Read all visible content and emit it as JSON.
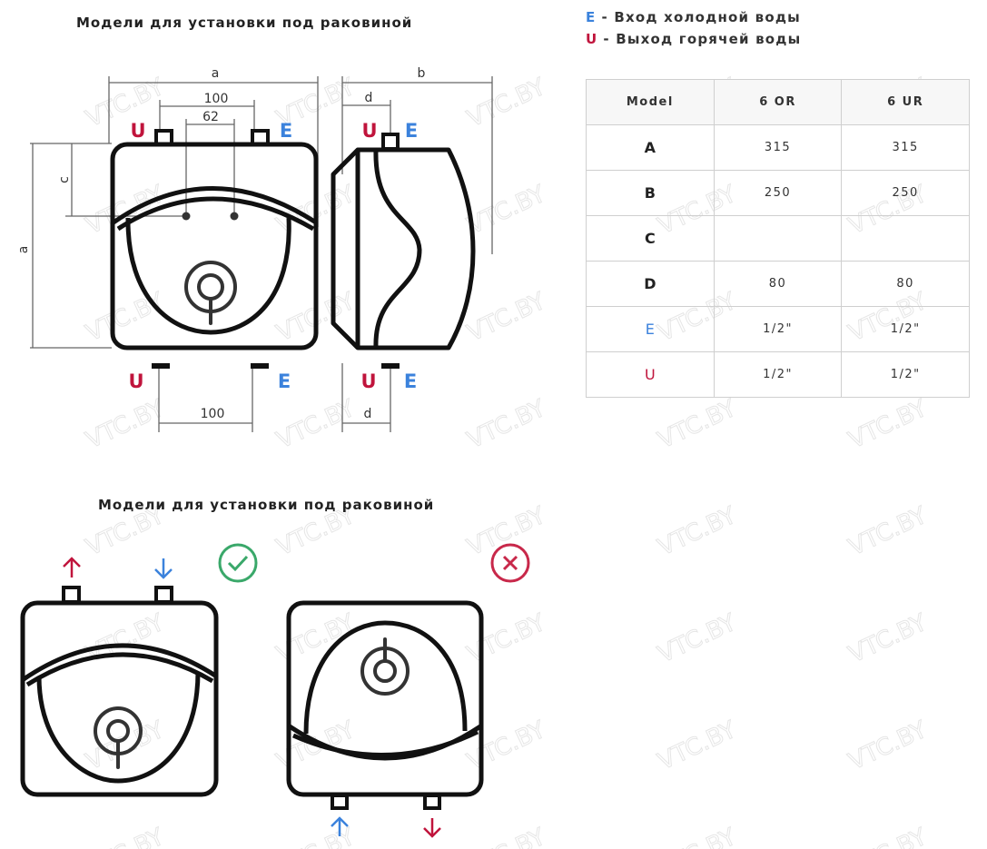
{
  "top_title": "Модели для установки под раковиной",
  "bottom_title": "Модели для установки под раковиной",
  "legend": [
    {
      "key": "E",
      "dash": "-",
      "text": "Вход холодной воды",
      "color": "#3b82dc"
    },
    {
      "key": "U",
      "dash": "-",
      "text": "Выход горячей воды",
      "color": "#c0143c"
    }
  ],
  "diagram": {
    "dim_a": "a",
    "dim_b": "b",
    "dim_c": "c",
    "dim_d": "d",
    "dim_100": "100",
    "dim_62": "62",
    "label_u": "U",
    "label_e": "E"
  },
  "install": {
    "correct_icon": "check-circle-icon",
    "wrong_icon": "x-circle-icon",
    "correct_color": "#3aa86a",
    "wrong_color": "#c8284a"
  },
  "table": {
    "header": [
      "Model",
      "6 OR",
      "6 UR"
    ],
    "rows": [
      {
        "label": "A",
        "values": [
          "315",
          "315"
        ],
        "color": "#222"
      },
      {
        "label": "B",
        "values": [
          "250",
          "250"
        ],
        "color": "#222"
      },
      {
        "label": "C",
        "values": [
          "",
          ""
        ],
        "color": "#222"
      },
      {
        "label": "D",
        "values": [
          "80",
          "80"
        ],
        "color": "#222"
      },
      {
        "label": "E",
        "values": [
          "1/2\"",
          "1/2\""
        ],
        "color": "#3b82dc"
      },
      {
        "label": "U",
        "values": [
          "1/2\"",
          "1/2\""
        ],
        "color": "#c0143c"
      }
    ]
  },
  "watermark": "VTC.BY"
}
